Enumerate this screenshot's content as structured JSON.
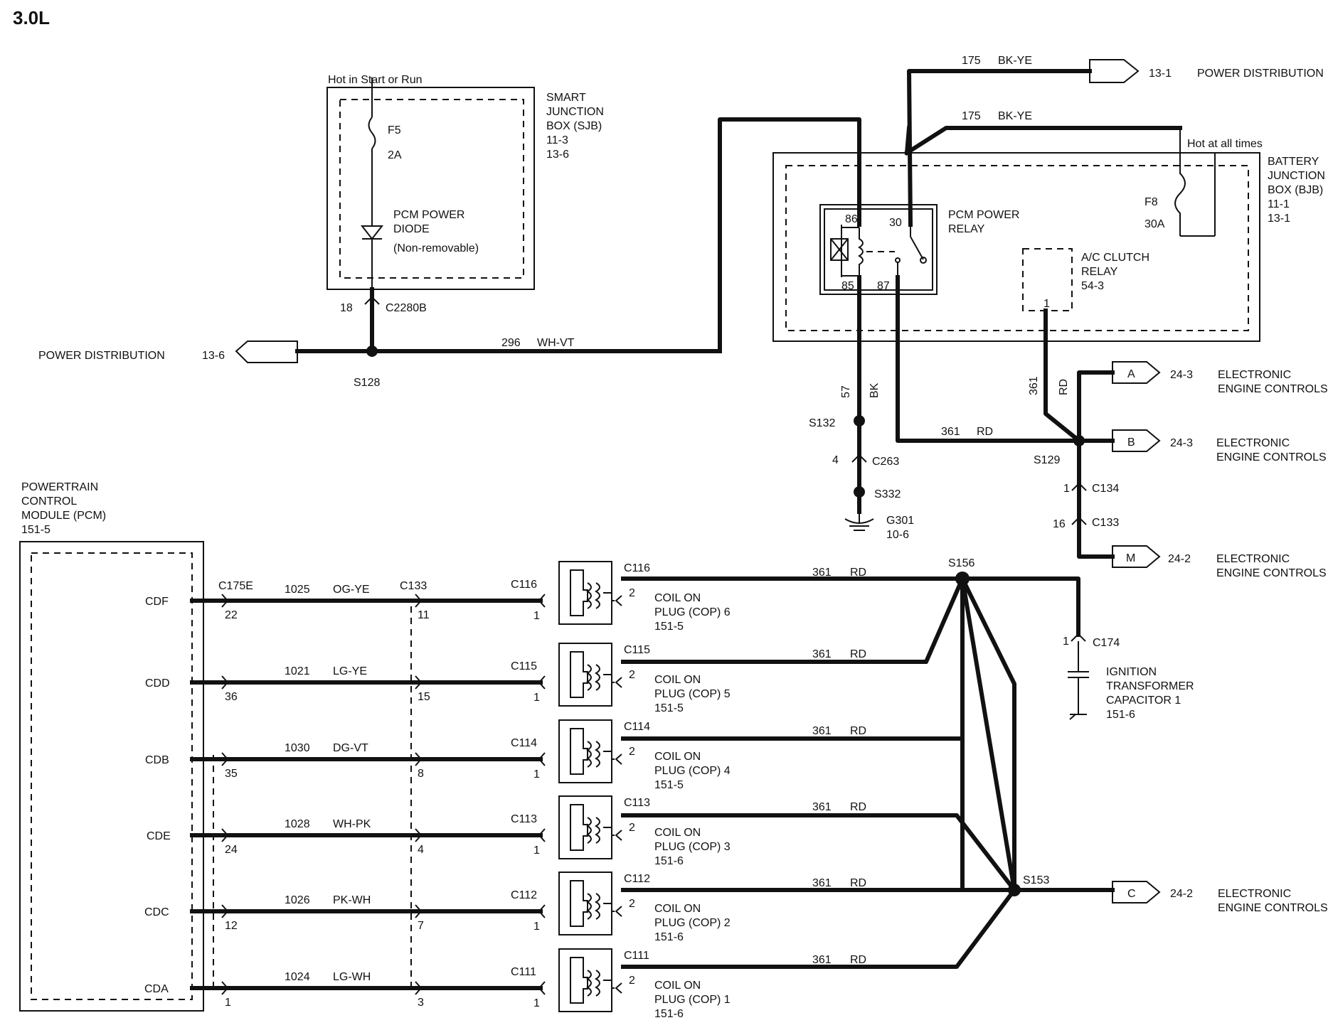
{
  "title": "3.0L",
  "sjb": {
    "name": "SMART\nJUNCTION\nBOX (SJB)\n11-3\n13-6",
    "hot_label": "Hot in Start or Run",
    "fuse": "F5",
    "fuse_rating": "2A",
    "diode": "PCM POWER\nDIODE",
    "diode_note": "(Non-removable)",
    "conn_pin": "18",
    "conn": "C2280B"
  },
  "left_power": {
    "label": "POWER DISTRIBUTION",
    "ref": "13-6",
    "splice": "S128",
    "wire_num": "296",
    "wire_color": "WH-VT"
  },
  "bjb": {
    "name": "BATTERY\nJUNCTION\nBOX (BJB)\n11-1\n13-1",
    "hot_label": "Hot at all times",
    "fuse": "F8",
    "fuse_rating": "30A",
    "relay": "PCM POWER\nRELAY",
    "pins": [
      "86",
      "30",
      "85",
      "87"
    ],
    "ac_relay": "A/C CLUTCH\nRELAY\n54-3",
    "ac_pin": "1"
  },
  "top_feed": {
    "wire1_num": "175",
    "wire1_color": "BK-YE",
    "wire2_num": "175",
    "wire2_color": "BK-YE",
    "ref": "13-1",
    "label": "POWER DISTRIBUTION"
  },
  "ground_path": {
    "wire_num": "57",
    "wire_color": "BK",
    "splice1": "S132",
    "conn_pin": "4",
    "conn": "C263",
    "splice2": "S332",
    "ground": "G301\n10-6"
  },
  "rd_path": {
    "vert_num": "361",
    "vert_color": "RD",
    "horiz_num": "361",
    "horiz_color": "RD",
    "splice": "S129",
    "c134_pin": "1",
    "c134": "C134",
    "c133_pin": "16",
    "c133": "C133"
  },
  "eec": [
    {
      "letter": "A",
      "ref": "24-3",
      "label": "ELECTRONIC\nENGINE CONTROLS"
    },
    {
      "letter": "B",
      "ref": "24-3",
      "label": "ELECTRONIC\nENGINE CONTROLS"
    },
    {
      "letter": "M",
      "ref": "24-2",
      "label": "ELECTRONIC\nENGINE CONTROLS"
    },
    {
      "letter": "C",
      "ref": "24-2",
      "label": "ELECTRONIC\nENGINE CONTROLS"
    }
  ],
  "pcm": {
    "name": "POWERTRAIN\nCONTROL\nMODULE (PCM)\n151-5",
    "c175": "C175E",
    "c133": "C133"
  },
  "coils": [
    {
      "pcm_pin": "CDF",
      "p1": "22",
      "wire_num": "1025",
      "wire_color": "OG-YE",
      "p2": "11",
      "conn": "C116",
      "cpin": "1",
      "conn_top": "C116",
      "pin2": "2",
      "name": "COIL  ON\nPLUG (COP) 6\n151-5",
      "rd_num": "361",
      "rd_color": "RD"
    },
    {
      "pcm_pin": "CDD",
      "p1": "36",
      "wire_num": "1021",
      "wire_color": "LG-YE",
      "p2": "15",
      "conn": "C115",
      "cpin": "1",
      "conn_top": "C115",
      "pin2": "2",
      "name": "COIL  ON\nPLUG (COP) 5\n151-5",
      "rd_num": "361",
      "rd_color": "RD"
    },
    {
      "pcm_pin": "CDB",
      "p1": "35",
      "wire_num": "1030",
      "wire_color": "DG-VT",
      "p2": "8",
      "conn": "C114",
      "cpin": "1",
      "conn_top": "C114",
      "pin2": "2",
      "name": "COIL  ON\nPLUG (COP) 4\n151-5",
      "rd_num": "361",
      "rd_color": "RD"
    },
    {
      "pcm_pin": "CDE",
      "p1": "24",
      "wire_num": "1028",
      "wire_color": "WH-PK",
      "p2": "4",
      "conn": "C113",
      "cpin": "1",
      "conn_top": "C113",
      "pin2": "2",
      "name": "COIL  ON\nPLUG (COP) 3\n151-6",
      "rd_num": "361",
      "rd_color": "RD"
    },
    {
      "pcm_pin": "CDC",
      "p1": "12",
      "wire_num": "1026",
      "wire_color": "PK-WH",
      "p2": "7",
      "conn": "C112",
      "cpin": "1",
      "conn_top": "C112",
      "pin2": "2",
      "name": "COIL  ON\nPLUG (COP) 2\n151-6",
      "rd_num": "361",
      "rd_color": "RD"
    },
    {
      "pcm_pin": "CDA",
      "p1": "1",
      "wire_num": "1024",
      "wire_color": "LG-WH",
      "p2": "3",
      "conn": "C111",
      "cpin": "1",
      "conn_top": "C111",
      "pin2": "2",
      "name": "COIL  ON\nPLUG (COP) 1\n151-6",
      "rd_num": "361",
      "rd_color": "RD"
    }
  ],
  "splices": {
    "s156": "S156",
    "s153": "S153"
  },
  "capacitor": {
    "conn_pin": "1",
    "conn": "C174",
    "name": "IGNITION\nTRANSFORMER\nCAPACITOR 1\n151-6"
  }
}
